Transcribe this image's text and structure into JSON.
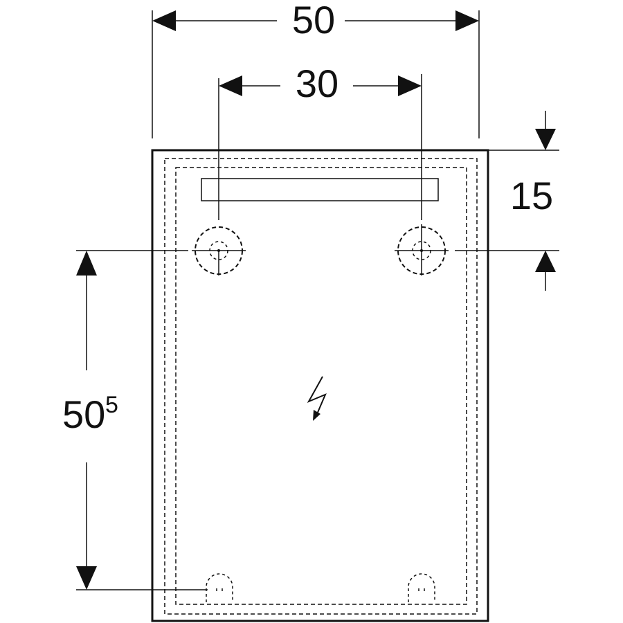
{
  "drawing": {
    "dimensions": {
      "overall_width": "50",
      "fixing_spacing": "30",
      "top_offset": "15",
      "height_main": "50",
      "height_sup": "5"
    },
    "icons": {
      "power_connection": "lightning-bolt-icon"
    }
  }
}
